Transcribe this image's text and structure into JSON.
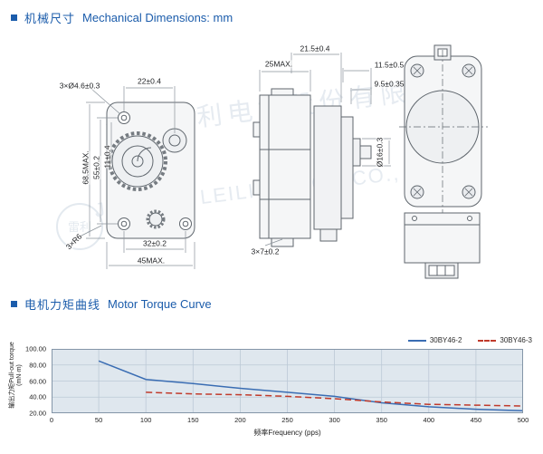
{
  "theme": {
    "accent": "#1b5cab"
  },
  "sections": {
    "mechanical": {
      "title_cn": "机械尺寸",
      "title_en": "Mechanical Dimensions: mm"
    },
    "torque": {
      "title_cn": "电机力矩曲线",
      "title_en": "Motor Torque Curve"
    }
  },
  "dimensions": {
    "mounting_holes": "3×Ø4.6±0.3",
    "hole_spacing_top": "22±0.4",
    "height_max": "68.5MAX.",
    "hole_spacing_vertical": "55±0.2",
    "gear_offset": "11±0.4",
    "corner_radius": "3×R6",
    "hole_spacing_bottom": "32±0.2",
    "width_max": "45MAX.",
    "depth_max": "25MAX.",
    "motor_depth": "21.5±0.4",
    "cap_depth": "11.5±0.5",
    "boss_depth": "9.5±0.35",
    "boss_diameter": "Ø16±0.3",
    "slot": "3×7±0.2"
  },
  "watermark": {
    "logo": "雷利",
    "cn": "江苏雷利电机股份有限公司",
    "en": "JIANGSU LEILI MOTOR CO., LTD."
  },
  "chart_data": {
    "type": "line",
    "title": "Motor Torque Curve",
    "xlabel": "频率Frequency (pps)",
    "ylabel": "输出力矩Pull-out torque (mN·m)",
    "xlim": [
      0,
      500
    ],
    "ylim": [
      20,
      100
    ],
    "x_ticks": [
      0,
      50,
      100,
      150,
      200,
      250,
      300,
      350,
      400,
      450,
      500
    ],
    "y_ticks": [
      "100.00",
      "80.00",
      "60.00",
      "40.00",
      "20.00"
    ],
    "grid": true,
    "legend_position": "top-right",
    "plot_bg": "#dfe7ee",
    "grid_color": "#bcc9d6",
    "series": [
      {
        "name": "30BY46-2",
        "color": "#3a6db3",
        "style": "solid",
        "x": [
          50,
          100,
          150,
          200,
          250,
          300,
          350,
          400,
          450,
          500
        ],
        "values": [
          85,
          62,
          57,
          51,
          46,
          41,
          33,
          28,
          25,
          23
        ]
      },
      {
        "name": "30BY46-3",
        "color": "#c03a2b",
        "style": "dashed",
        "x": [
          100,
          150,
          200,
          250,
          300,
          350,
          400,
          450,
          500
        ],
        "values": [
          46,
          44,
          43,
          41,
          38,
          34,
          31,
          30,
          29
        ]
      }
    ]
  }
}
